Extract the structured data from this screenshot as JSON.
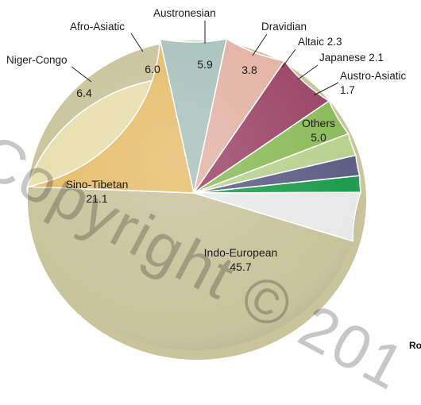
{
  "chart_data": {
    "type": "pie",
    "title": "",
    "slices": [
      {
        "name": "Indo-European",
        "value": 45.7,
        "color": "#e8dfae"
      },
      {
        "name": "Sino-Tibetan",
        "value": 21.1,
        "color": "#e6bd6c"
      },
      {
        "name": "Niger-Congo",
        "value": 6.4,
        "color": "#a9c2bc"
      },
      {
        "name": "Afro-Asiatic",
        "value": 6.0,
        "color": "#e2b3a5"
      },
      {
        "name": "Austronesian",
        "value": 5.9,
        "color": "#9c4667"
      },
      {
        "name": "Dravidian",
        "value": 3.8,
        "color": "#8dbb5a"
      },
      {
        "name": "Altaic",
        "value": 2.3,
        "color": "#b8d18f"
      },
      {
        "name": "Japanese",
        "value": 2.1,
        "color": "#5f5f86"
      },
      {
        "name": "Austro-Asiatic",
        "value": 1.7,
        "color": "#1f9c4e"
      },
      {
        "name": "Others",
        "value": 5.0,
        "color": "#e9e9e9"
      }
    ],
    "labels": {
      "indo_european_name": "Indo-European",
      "indo_european_value": "45.7",
      "sino_tibetan_name": "Sino-Tibetan",
      "sino_tibetan_value": "21.1",
      "niger_congo_name": "Niger-Congo",
      "niger_congo_value": "6.4",
      "afro_asiatic_name": "Afro-Asiatic",
      "afro_asiatic_value": "6.0",
      "austronesian_name": "Austronesian",
      "austronesian_value": "5.9",
      "dravidian_name": "Dravidian",
      "dravidian_value": "3.8",
      "altaic_text": "Altaic 2.3",
      "japanese_text": "Japanese 2.1",
      "austro_asiatic_name": "Austro-Asiatic",
      "austro_asiatic_value": "1.7",
      "others_name": "Others",
      "others_value": "5.0"
    }
  },
  "watermark": "Copyright © 201",
  "corner_text": "Ro"
}
